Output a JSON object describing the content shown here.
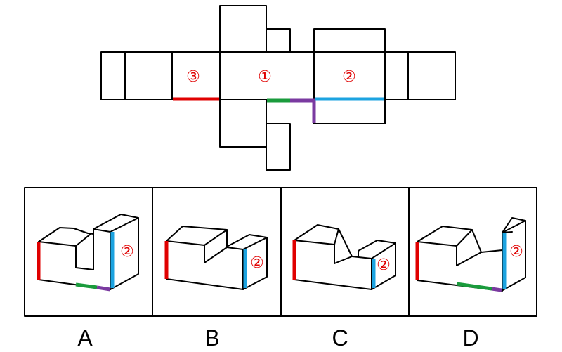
{
  "net": {
    "face_labels": [
      "①",
      "②",
      "③"
    ]
  },
  "options": {
    "letters": [
      "A",
      "B",
      "C",
      "D"
    ],
    "face_mark": "②"
  },
  "colors": {
    "red": "#e00000",
    "blue": "#1ca3e0",
    "green": "#1a9b3c",
    "purple": "#7a3aa0",
    "label": "#e00000"
  }
}
